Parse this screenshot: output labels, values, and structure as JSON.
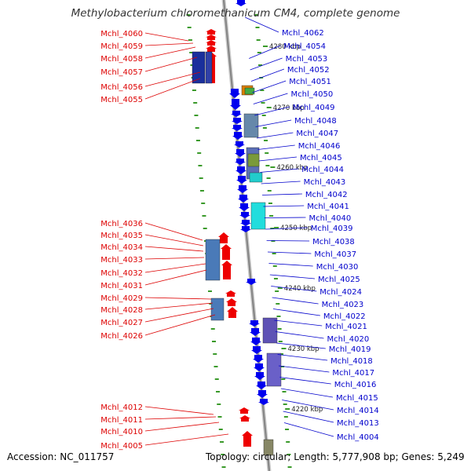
{
  "title": "Methylobacterium chloromethanicum CM4, complete genome",
  "accession": "Accession: NC_011757",
  "summary": "Topology: circular; Length: 5,777,908 bp; Genes: 5,249",
  "kbp_ticks": [
    "4280 kbp",
    "4270 kbp",
    "4260 kbp",
    "4250 kbp",
    "4240 kbp",
    "4230 kbp",
    "4220 kbp"
  ],
  "left_labels": [
    "Mchl_4060",
    "Mchl_4059",
    "Mchl_4058",
    "Mchl_4057",
    "Mchl_4056",
    "Mchl_4055",
    "Mchl_4036",
    "Mchl_4035",
    "Mchl_4034",
    "Mchl_4033",
    "Mchl_4032",
    "Mchl_4031",
    "Mchl_4029",
    "Mchl_4028",
    "Mchl_4027",
    "Mchl_4026",
    "Mchl_4012",
    "Mchl_4011",
    "Mchl_4010",
    "Mchl_4005"
  ],
  "right_labels": [
    "Mchl_4062",
    "Mchl_4054",
    "Mchl_4053",
    "Mchl_4052",
    "Mchl_4051",
    "Mchl_4050",
    "Mchl_4049",
    "Mchl_4048",
    "Mchl_4047",
    "Mchl_4046",
    "Mchl_4045",
    "Mchl_4044",
    "Mchl_4043",
    "Mchl_4042",
    "Mchl_4041",
    "Mchl_4040",
    "Mchl_4039",
    "Mchl_4038",
    "Mchl_4037",
    "Mchl_4030",
    "Mchl_4025",
    "Mchl_4024",
    "Mchl_4023",
    "Mchl_4022",
    "Mchl_4021",
    "Mchl_4020",
    "Mchl_4019",
    "Mchl_4018",
    "Mchl_4017",
    "Mchl_4016",
    "Mchl_4015",
    "Mchl_4014",
    "Mchl_4013",
    "Mchl_4004"
  ],
  "colors": {
    "forward_gene": "#ee0000",
    "reverse_gene": "#0000ee",
    "left_label": "#dd0000",
    "right_label": "#0000cc",
    "backbone": "#999999",
    "tick_dots": "#3a9a2a"
  }
}
